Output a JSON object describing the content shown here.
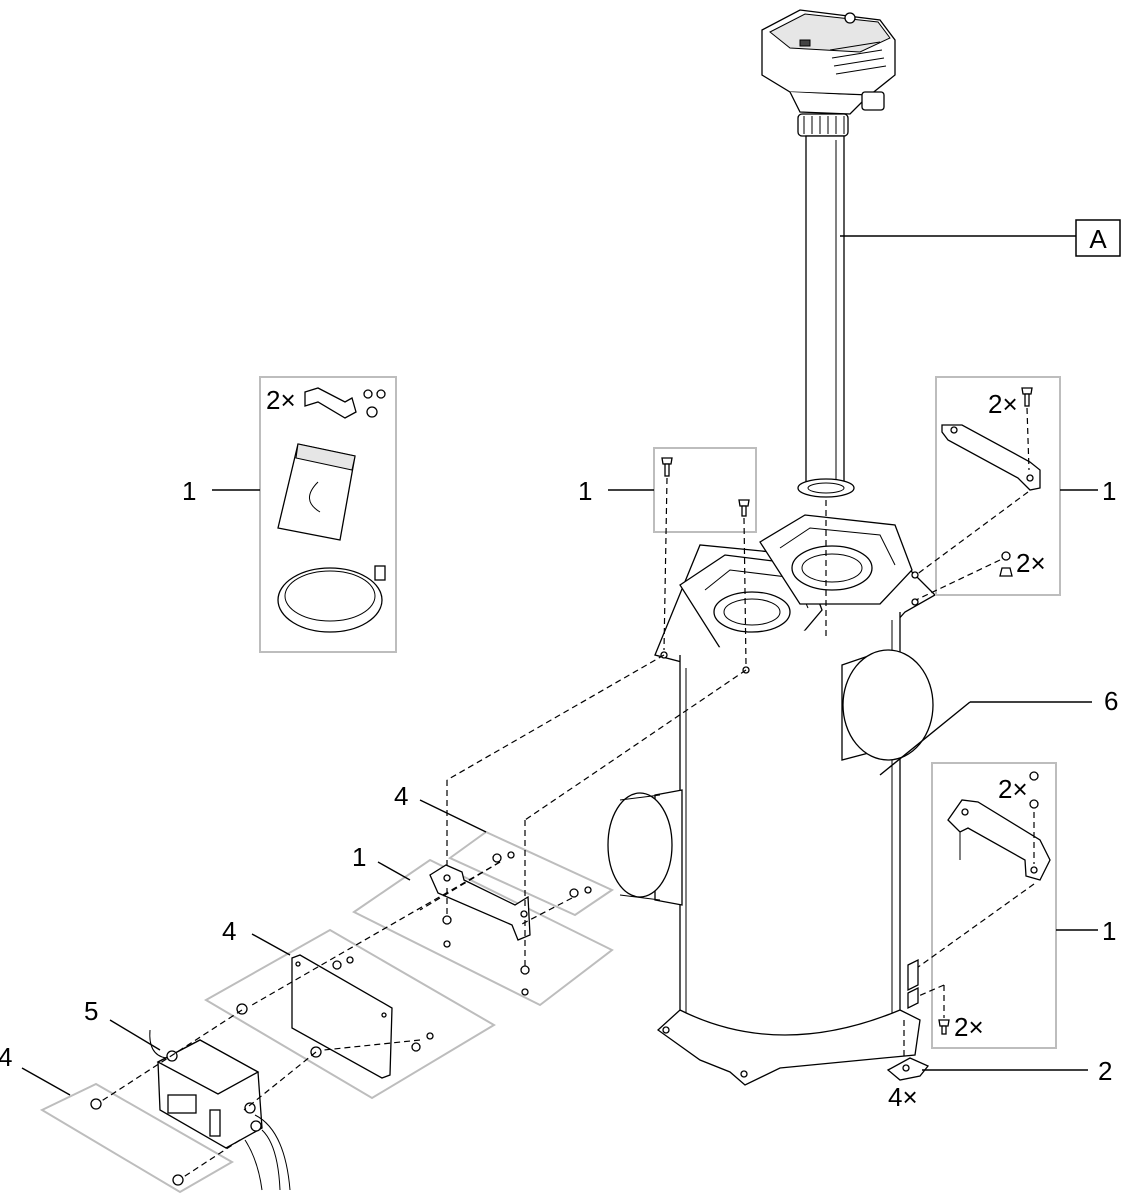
{
  "labels": {
    "A": "A",
    "one": "1",
    "two": "2",
    "four": "4",
    "five": "5",
    "six": "6",
    "qty2": "2×",
    "qty4": "4×"
  }
}
